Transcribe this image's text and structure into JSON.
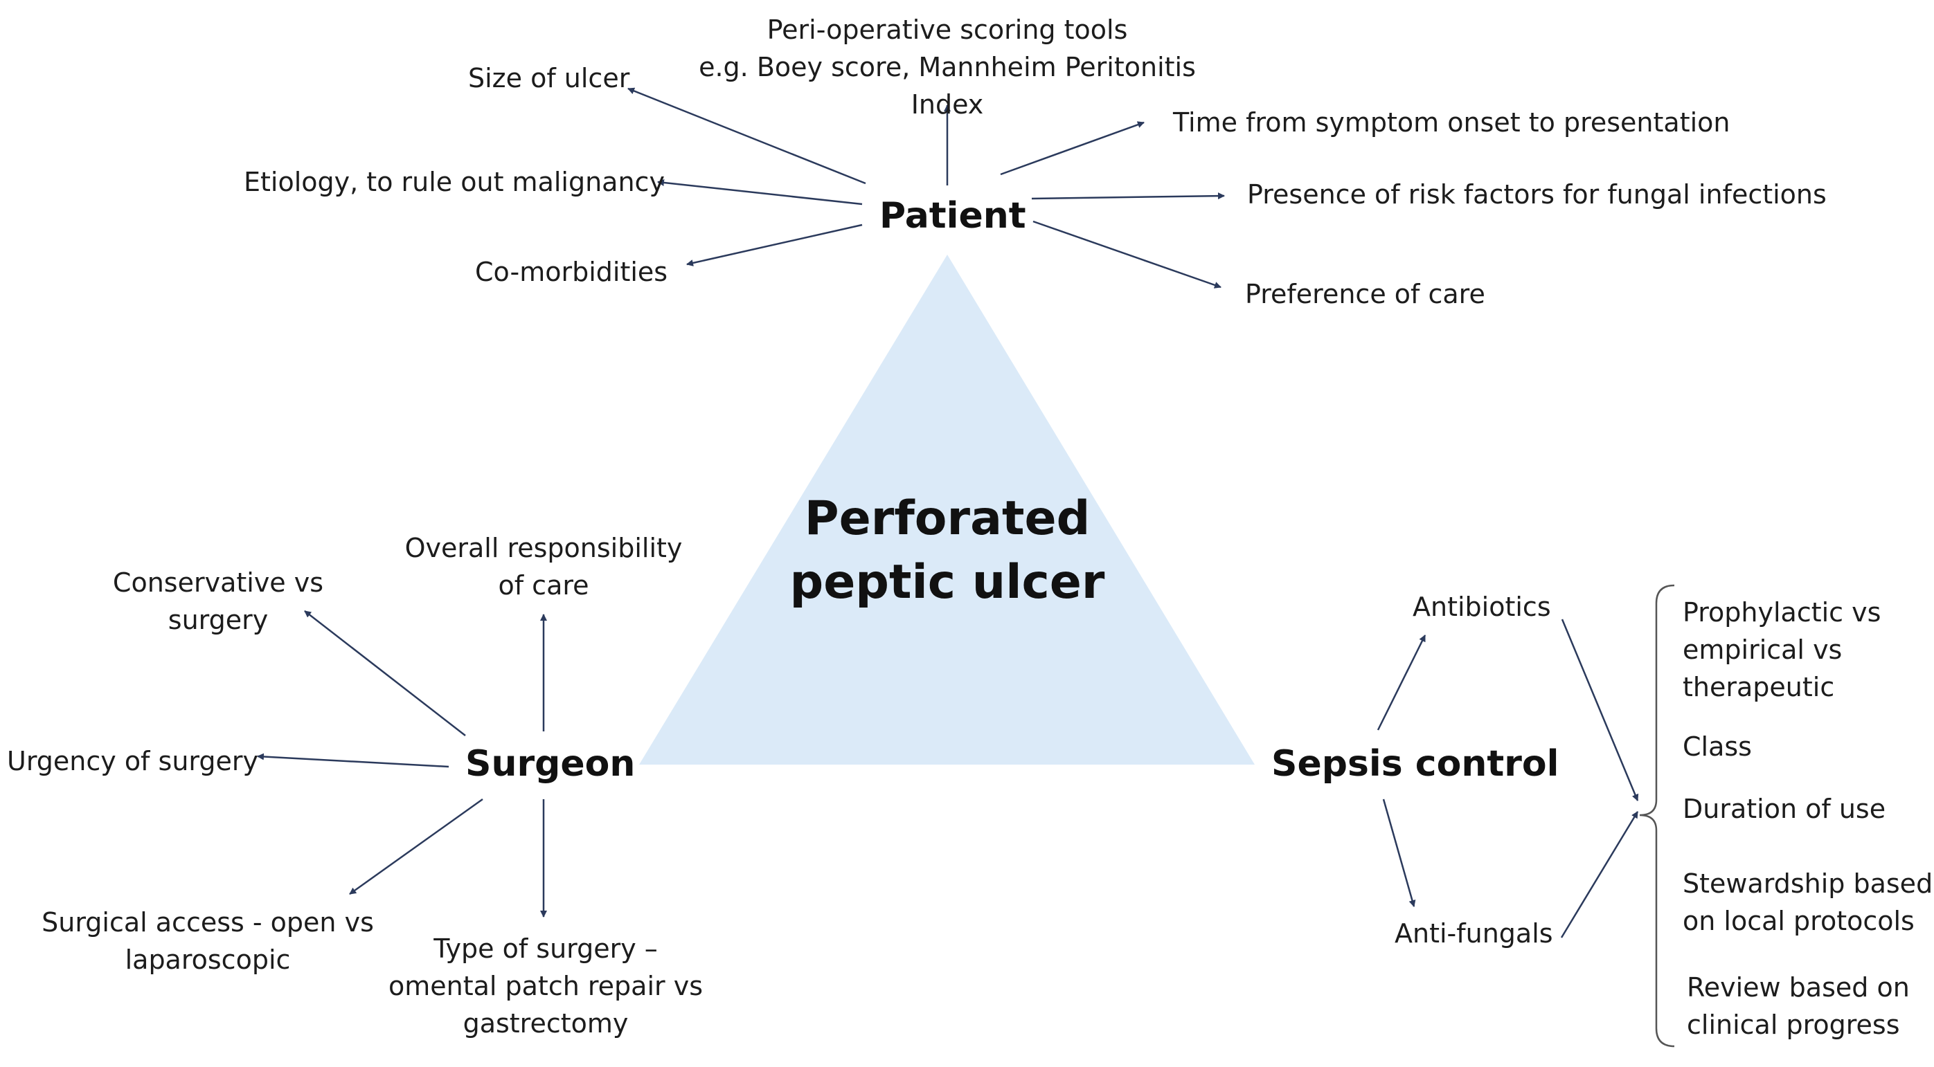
{
  "center": {
    "title": "Perforated\npeptic ulcer",
    "fill_color": "#dbeaf8"
  },
  "arrow_color": "#2b3a5c",
  "patient": {
    "hub_label": "Patient",
    "factors": {
      "scoring_tools": "Peri-operative scoring tools\ne.g. Boey score, Mannheim Peritonitis Index",
      "size_of_ulcer": "Size of ulcer",
      "etiology": "Etiology, to rule out malignancy",
      "comorbidities": "Co-morbidities",
      "time_from_onset": "Time from symptom onset to presentation",
      "fungal_risk": "Presence of risk factors for fungal infections",
      "preference": "Preference of care"
    }
  },
  "surgeon": {
    "hub_label": "Surgeon",
    "factors": {
      "responsibility": "Overall responsibility\nof care",
      "conservative": "Conservative vs\nsurgery",
      "urgency": "Urgency of surgery",
      "access": "Surgical access - open vs\nlaparoscopic",
      "type": "Type of surgery –\nomental patch repair vs\ngastrectomy"
    }
  },
  "sepsis": {
    "hub_label": "Sepsis control",
    "antibiotics": "Antibiotics",
    "antifungals": "Anti-fungals",
    "considerations": {
      "intent": "Prophylactic vs\nempirical vs\ntherapeutic",
      "class": "Class",
      "duration": "Duration of use",
      "stewardship": "Stewardship based\non local protocols",
      "review": "Review based on\nclinical progress"
    }
  }
}
